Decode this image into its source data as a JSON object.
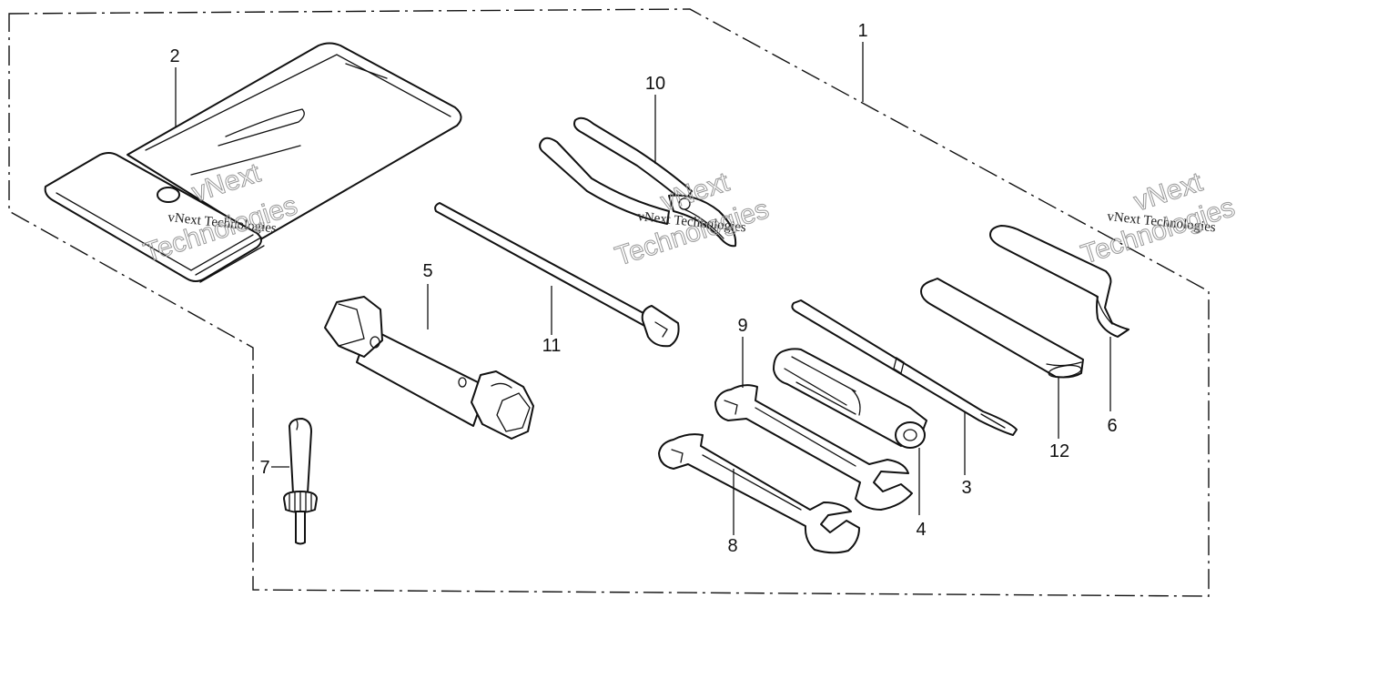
{
  "diagram": {
    "callouts": [
      {
        "id": "1",
        "label": "1"
      },
      {
        "id": "2",
        "label": "2"
      },
      {
        "id": "3",
        "label": "3"
      },
      {
        "id": "4",
        "label": "4"
      },
      {
        "id": "5",
        "label": "5"
      },
      {
        "id": "6",
        "label": "6"
      },
      {
        "id": "7",
        "label": "7"
      },
      {
        "id": "8",
        "label": "8"
      },
      {
        "id": "9",
        "label": "9"
      },
      {
        "id": "10",
        "label": "10"
      },
      {
        "id": "11",
        "label": "11"
      },
      {
        "id": "12",
        "label": "12"
      }
    ],
    "watermark": {
      "brand": "vNext",
      "line1": "vNext Technologies",
      "line2": "Technologies"
    }
  }
}
